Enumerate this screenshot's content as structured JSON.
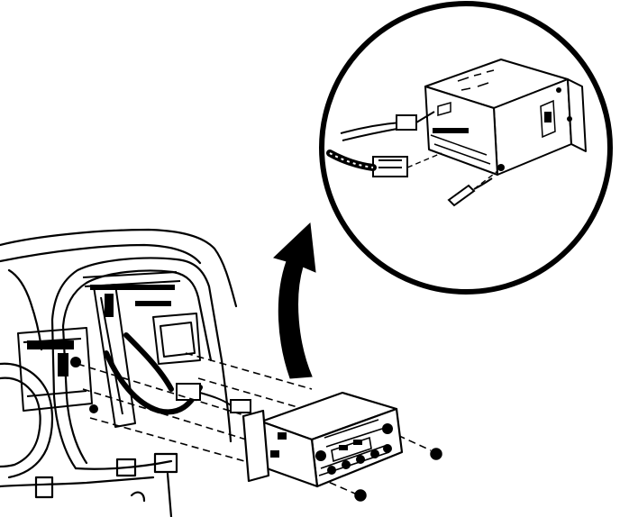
{
  "diagram": {
    "style": "black-and-white technical line drawing",
    "stroke_color": "#000000",
    "fill_color": "#ffffff",
    "parts": [
      "instrument-panel-opening",
      "radio-unit",
      "wiring-harness",
      "mounting-bracket",
      "mounting-bolts",
      "detail-magnifier-circle",
      "detail-arrow"
    ]
  }
}
